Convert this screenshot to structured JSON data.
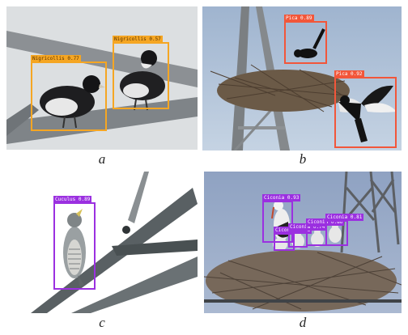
{
  "colors": {
    "box_a": "#f5a623",
    "box_b": "#f2563a",
    "box_c": "#9b30e0",
    "box_d": "#9b30e0"
  },
  "panels": {
    "a": {
      "caption": "a",
      "detections": [
        {
          "label": "Nigricollis 0.77"
        },
        {
          "label": "Nigricollis 0.57"
        }
      ]
    },
    "b": {
      "caption": "b",
      "detections": [
        {
          "label": "Pica 0.89"
        },
        {
          "label": "Pica 0.92"
        }
      ]
    },
    "c": {
      "caption": "c",
      "detections": [
        {
          "label": "Cuculus 0.89"
        }
      ]
    },
    "d": {
      "caption": "d",
      "detections": [
        {
          "label": "Ciconia 0.93"
        },
        {
          "label": "Ciconia 0.73"
        },
        {
          "label": "Ciconia 0.74"
        },
        {
          "label": "Ciconia 0.86"
        },
        {
          "label": "Ciconia 0.81"
        }
      ]
    }
  }
}
